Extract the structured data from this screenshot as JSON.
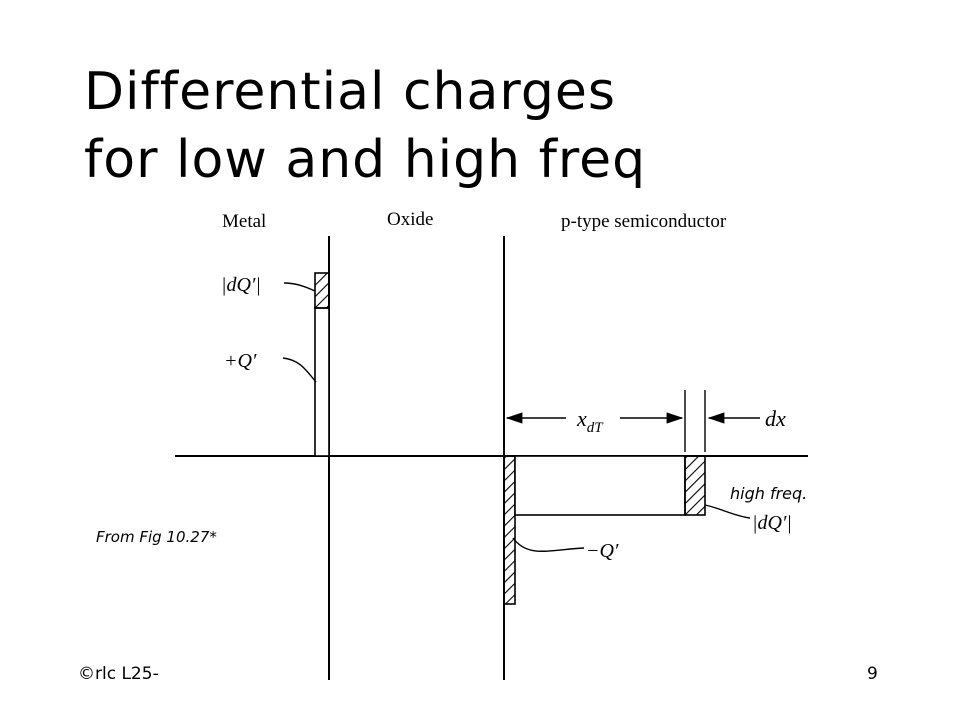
{
  "slide": {
    "title_line1": "Differential charges",
    "title_line2": "for low and high freq",
    "source_note": "From Fig 10.27*",
    "footer_left": "©rlc L25-",
    "page_number": "9"
  },
  "diagram": {
    "region_labels": {
      "metal": "Metal",
      "oxide": "Oxide",
      "semiconductor": "p-type semiconductor"
    },
    "charge_labels": {
      "metal_dq": "|dQ′|",
      "metal_q": "+Q′",
      "depletion_width": "x",
      "depletion_width_sub": "dT",
      "dx": "dx",
      "semi_dq": "|dQ′|",
      "semi_q": "−Q′"
    },
    "annotation": "high freq."
  }
}
